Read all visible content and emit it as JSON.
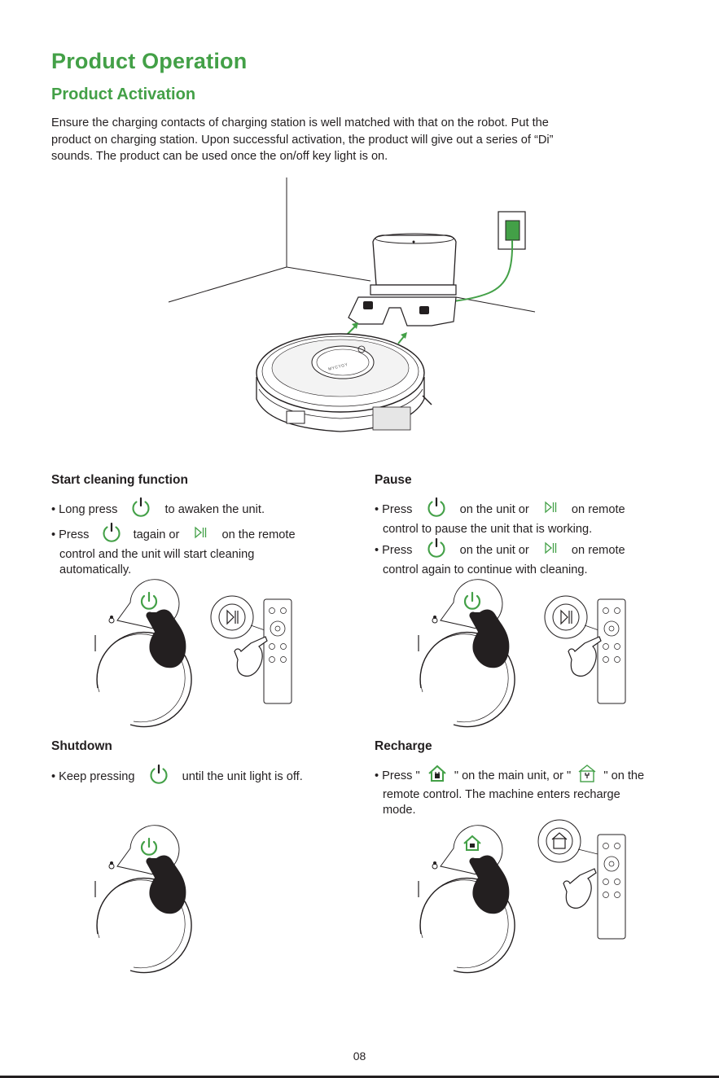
{
  "header": {
    "title": "Product Operation",
    "subtitle": "Product Activation"
  },
  "intro": {
    "line1": "Ensure the charging contacts of charging station is well matched with that on the robot. Put the",
    "line2": "product on charging station. Upon successful activation, the product will give out a series of “Di”",
    "line3": "sounds. The product can be used once the on/off key light is on."
  },
  "robot_label": "MYCYGY",
  "start": {
    "title": "Start cleaning function",
    "b1_pre": "• Long press",
    "b1_post": "to awaken the unit.",
    "b2_pre": "• Press",
    "b2_mid": "tagain or",
    "b2_post": "on the remote",
    "b2_l2": "control and the unit will start cleaning",
    "b2_l3": "automatically."
  },
  "pause": {
    "title": "Pause",
    "b1_pre": "• Press",
    "b1_mid": "on the unit or",
    "b1_post": "on remote",
    "b1_l2": "control to pause the unit that is working.",
    "b2_pre": "• Press",
    "b2_mid": "on the unit or",
    "b2_post": "on remote",
    "b2_l2": "control again to continue with cleaning."
  },
  "shutdown": {
    "title": "Shutdown",
    "b1_pre": "• Keep pressing",
    "b1_post": "until the unit light is off."
  },
  "recharge": {
    "title": "Recharge",
    "b1_pre": "• Press \"",
    "b1_mid": "\" on the main unit, or \"",
    "b1_post": "\" on the",
    "b1_l2": "remote control. The machine enters recharge",
    "b1_l3": "mode."
  },
  "page_number": "08",
  "colors": {
    "accent": "#43a047",
    "text": "#231f20"
  },
  "icons": [
    "power-icon",
    "play-pause-icon",
    "home-charge-icon",
    "remote-home-icon"
  ]
}
